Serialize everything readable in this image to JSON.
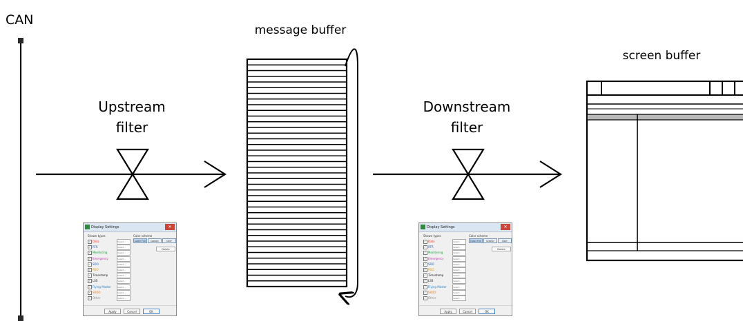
{
  "labels": {
    "can": "CAN",
    "message_buffer": "message buffer",
    "screen_buffer": "screen buffer",
    "upstream_filter": [
      "Upstream",
      "filter"
    ],
    "downstream_filter": [
      "Downstream",
      "filter"
    ]
  },
  "thumbnail_dialog": {
    "title": "Display Settings",
    "close_glyph": "✕",
    "section_left": "Shown types",
    "section_right": "Color scheme",
    "schemes": [
      "Color Full",
      "Classic",
      "User"
    ],
    "delete_button": "Delete",
    "check_glyph": "✓",
    "select_text": "Select...",
    "types": [
      {
        "name": "Data",
        "color": "#d8362c"
      },
      {
        "name": "RTR",
        "color": "#1f5fbf"
      },
      {
        "name": "Monitoring",
        "color": "#1a9a3a"
      },
      {
        "name": "Emergency",
        "color": "#c23ab2"
      },
      {
        "name": "SDO",
        "color": "#1f5fbf"
      },
      {
        "name": "PDO",
        "color": "#d8a020"
      },
      {
        "name": "Timestamp",
        "color": "#222222"
      },
      {
        "name": "LSS",
        "color": "#222222"
      },
      {
        "name": "Flying Master",
        "color": "#1f7fd0"
      },
      {
        "name": "SRDO",
        "color": "#e07a20"
      },
      {
        "name": "Other",
        "color": "#888888"
      }
    ],
    "buttons": [
      {
        "label": "Apply",
        "default": false
      },
      {
        "label": "Cancel",
        "default": false
      },
      {
        "label": "OK",
        "default": true
      }
    ]
  },
  "colors": {
    "stroke": "#000000",
    "screen_bar": "#b8b8b8"
  }
}
